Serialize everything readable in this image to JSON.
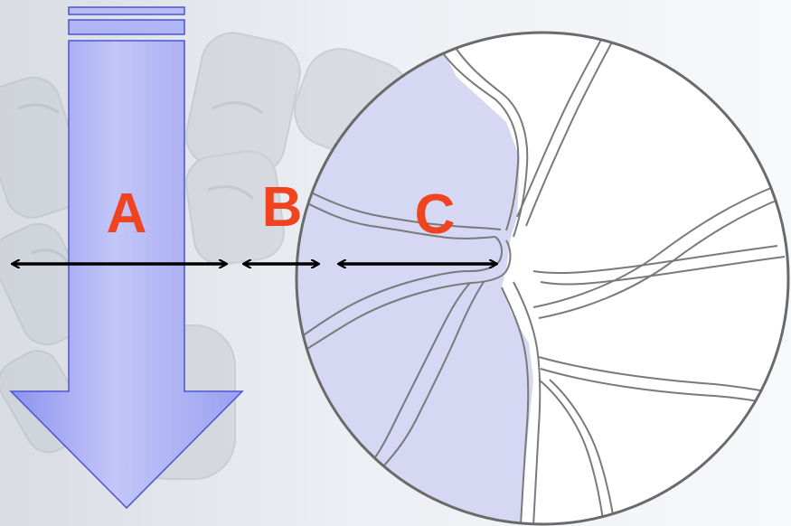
{
  "labels": {
    "a": "A",
    "b": "B",
    "c": "C"
  },
  "colors": {
    "label": "#f0431f",
    "arrow_fill_light": "#c9ccf9",
    "arrow_fill_dark": "#7f86ee",
    "arrow_stroke": "#4a55d6",
    "cell_fill": "#d5d7f3",
    "cell_outline": "#7a7a7a",
    "circle_stroke": "#6a6a6a",
    "dimension_arrow": "#000000"
  },
  "icons": {
    "background": "robotic-hand-photo",
    "down_arrow": "down-arrow-icon",
    "magnified_view": "magnified-cell-circle"
  }
}
